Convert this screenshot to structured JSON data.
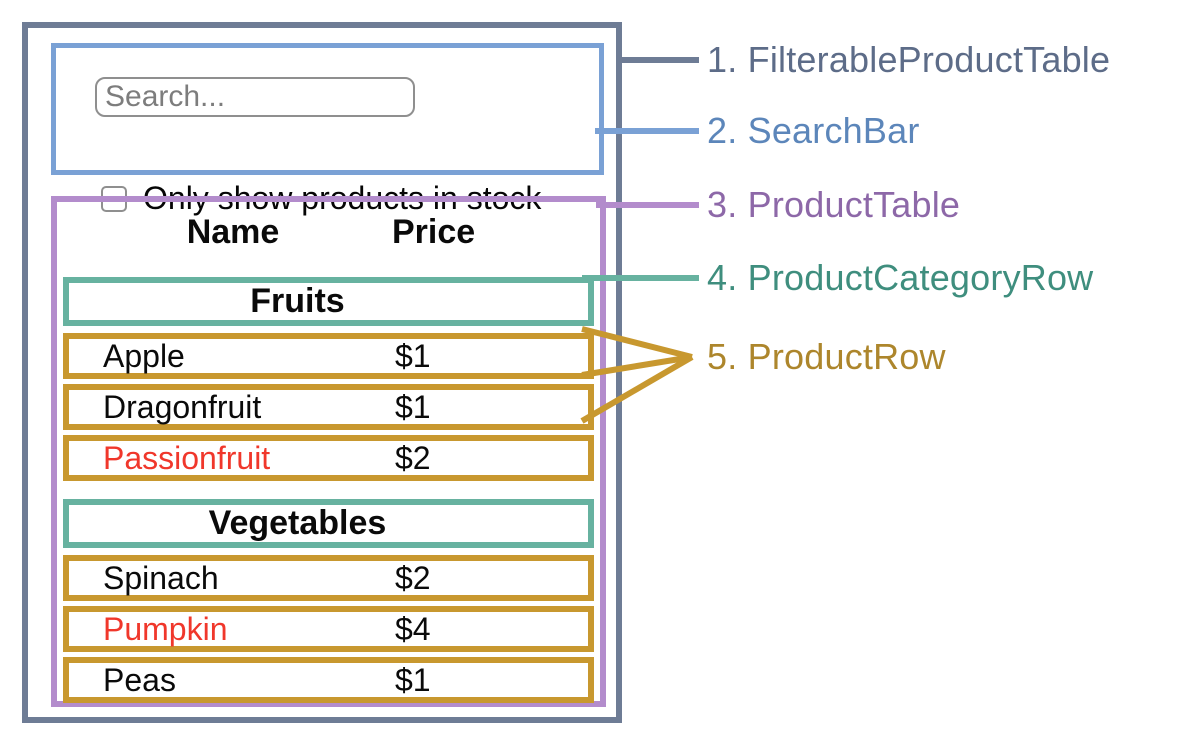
{
  "colors": {
    "filterable_product_table": "#6e7c95",
    "search_bar": "#7aa1d5",
    "product_table": "#b38ccc",
    "product_category_row": "#67b2a0",
    "product_row": "#c8982f",
    "out_of_stock_text": "#f0372b"
  },
  "legend": [
    {
      "number": "1.",
      "name": "FilterableProductTable",
      "text_color": "#5d6c88"
    },
    {
      "number": "2.",
      "name": "SearchBar",
      "text_color": "#5c86ba"
    },
    {
      "number": "3.",
      "name": "ProductTable",
      "text_color": "#8d68a8"
    },
    {
      "number": "4.",
      "name": "ProductCategoryRow",
      "text_color": "#3f8e7e"
    },
    {
      "number": "5.",
      "name": "ProductRow",
      "text_color": "#ad862c"
    }
  ],
  "search_bar": {
    "placeholder": "Search...",
    "checkbox_label": "Only show products in stock",
    "checkbox_checked": false
  },
  "product_table": {
    "columns": [
      "Name",
      "Price"
    ],
    "sections": [
      {
        "category": "Fruits",
        "rows": [
          {
            "name": "Apple",
            "price": "$1",
            "in_stock": true
          },
          {
            "name": "Dragonfruit",
            "price": "$1",
            "in_stock": true
          },
          {
            "name": "Passionfruit",
            "price": "$2",
            "in_stock": false
          }
        ]
      },
      {
        "category": "Vegetables",
        "rows": [
          {
            "name": "Spinach",
            "price": "$2",
            "in_stock": true
          },
          {
            "name": "Pumpkin",
            "price": "$4",
            "in_stock": false
          },
          {
            "name": "Peas",
            "price": "$1",
            "in_stock": true
          }
        ]
      }
    ]
  }
}
